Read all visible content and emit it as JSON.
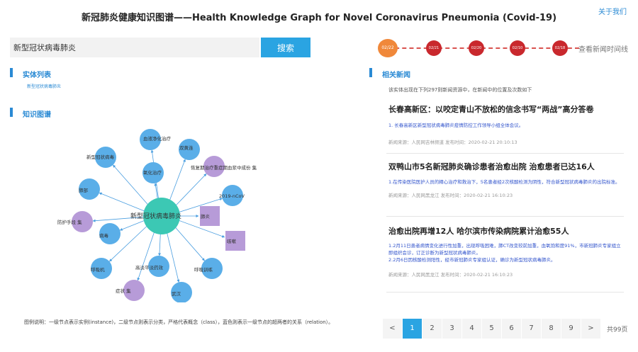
{
  "header": {
    "title": "新冠肺炎健康知识图谱——Health Knowledge Graph for Novel Coronavirus Pneumonia (Covid-19)",
    "about": "关于我们"
  },
  "search": {
    "value": "新型冠状病毒肺炎",
    "button": "搜索"
  },
  "timeline": {
    "dates": [
      "02/22",
      "02/21",
      "02/20",
      "02/10",
      "02/18"
    ],
    "link": "查看新闻时间线"
  },
  "entities": {
    "heading": "实体列表",
    "items": [
      "新型冠状病毒肺炎"
    ]
  },
  "graph_section": {
    "heading": "知识图谱",
    "center": "新型冠状病毒肺炎",
    "nodes": [
      "血液净化治疗",
      "双黄连",
      "新型冠状病毒",
      "氧化治疗",
      "恢复期治疗重症期血浆中成份 集",
      "肺部",
      "2019-nCoV",
      "肺炎",
      "防护手段 集",
      "病毒",
      "咳嗽",
      "呼吸机",
      "高淡平淡药效",
      "呼吸训练",
      "症状 集",
      "武汉"
    ],
    "legend": "图例说明：一级节点表示实例(instance)，二级节点则表示分类，严格代表概念（class），蓝色则表示一级节点的超两者的关系（relation）。"
  },
  "news": {
    "heading": "相关新闻",
    "summary": "该实体出现在下列297则新闻资源中，在新闻中的位置及次数如下",
    "items": [
      {
        "title": "长春高新区：以咬定青山不放松的信念书写“两战”高分答卷",
        "body": "1. 长春高新区新型冠状病毒肺炎疫情防控工作领导小组全体会议。",
        "meta": "新闻来源：人民网吉林频道   发布时间：2020-02-21 20:10:13"
      },
      {
        "title": "双鸭山市5名新冠肺炎确诊患者治愈出院 治愈患者已达16人",
        "body": "1.在传染医院医护人员的精心治疗和救治下，5名患者经2次核酸检测为阴性，符合新型冠状病毒肺炎的出院标准。",
        "meta": "新闻来源：人民网黑龙江   发布时间：2020-02-21 16:10:23"
      },
      {
        "title": "治愈出院再增12人 哈尔滨市传染病院累计治愈55人",
        "body": "1.2月11日患者病情变化进行性加重，出现呼吸困难，肺CT改变较前加重，血氧饱和度91%，市新冠肺炎专家组立即组织会诊，订正诊断为新型冠状病毒肺炎。\n2.2月6日因核酸检测阳性，经市新冠肺炎专家组认证，确诊为新型冠状病毒肺炎。",
        "meta": "新闻来源：人民网黑龙江   发布时间：2020-02-21 16:10:23"
      }
    ]
  },
  "pager": {
    "prev": "<",
    "pages": [
      "1",
      "2",
      "3",
      "4",
      "5",
      "6",
      "7",
      "8",
      "9"
    ],
    "next": ">",
    "total": "共99页"
  },
  "colors": {
    "accent": "#2aa4e2",
    "node_blue": "#5aaee8",
    "node_purple": "#b79bd8",
    "center": "#3cc8b4",
    "timeline_red": "#c9282d",
    "timeline_active": "#f0883a"
  }
}
